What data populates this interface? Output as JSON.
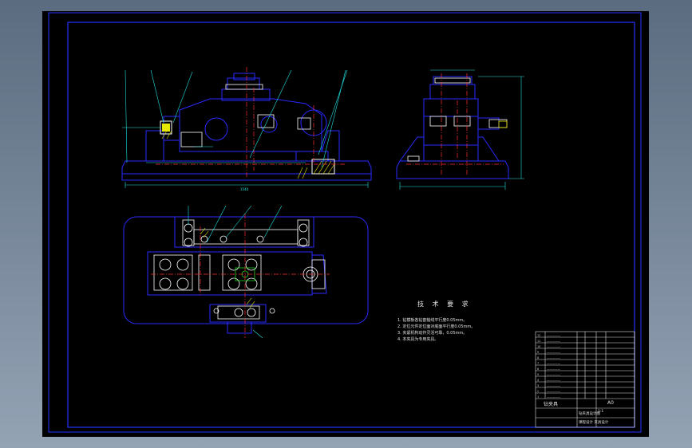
{
  "window": {
    "background_colors": [
      "#5b6c80",
      "#94a3b4"
    ],
    "sheet_color": "#000000",
    "frame_color": "#2233ff"
  },
  "drawing_colors": {
    "outline": "#2a2aff",
    "part": "#ffffff",
    "centerline": "#ff3030",
    "dimension": "#20e0e0",
    "hatch": "#e8e800",
    "green": "#20d020"
  },
  "technical_requirements": {
    "title": "技 术 要 求",
    "items": [
      "1. 钻模板各钻套轴线平行度0.05mm。",
      "2. 定位元件定位面对底面平行度0.05mm。",
      "3. 夹紧机构动作灵活可靠，0.05mm。",
      "4. 本夹具为专用夹具。"
    ]
  },
  "title_block": {
    "drawing_name": "钻夹具",
    "scale": "1:1",
    "sheet_size": "A0",
    "school_line": "钻夹具设计图",
    "bottom_text": "课程设计 夹具设计"
  },
  "icons": {
    "main_view": "front-elevation-drawing",
    "side_view": "side-elevation-drawing",
    "plan_view": "top-plan-drawing"
  }
}
